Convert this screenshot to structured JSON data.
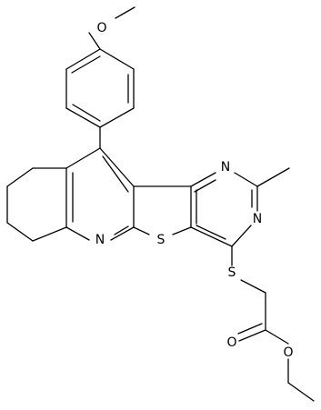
{
  "diagram": {
    "type": "chemical-structure",
    "bond_color": "#000000",
    "background": "#ffffff",
    "atoms": {
      "o_methoxy": "O",
      "n_pyridine": "N",
      "s_thiophene": "S",
      "n_pyrimidine_top": "N",
      "n_pyrimidine_bottom": "N",
      "s_thioether": "S",
      "o_carbonyl": "O",
      "o_ester": "O"
    }
  }
}
